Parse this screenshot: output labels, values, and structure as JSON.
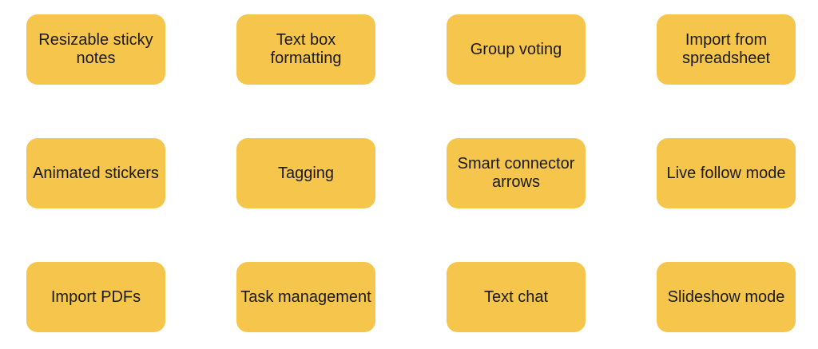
{
  "colors": {
    "background": "#FFFFFF",
    "card_fill": "#F6C64C",
    "card_text": "#1A1A1A"
  },
  "board": {
    "grid": {
      "rows": 3,
      "columns": 4
    },
    "cards": [
      {
        "label": "Resizable sticky notes"
      },
      {
        "label": "Text box formatting"
      },
      {
        "label": "Group voting"
      },
      {
        "label": "Import from spreadsheet"
      },
      {
        "label": "Animated stickers"
      },
      {
        "label": "Tagging"
      },
      {
        "label": "Smart connector arrows"
      },
      {
        "label": "Live follow mode"
      },
      {
        "label": "Import PDFs"
      },
      {
        "label": "Task management"
      },
      {
        "label": "Text chat"
      },
      {
        "label": "Slideshow mode"
      }
    ]
  }
}
